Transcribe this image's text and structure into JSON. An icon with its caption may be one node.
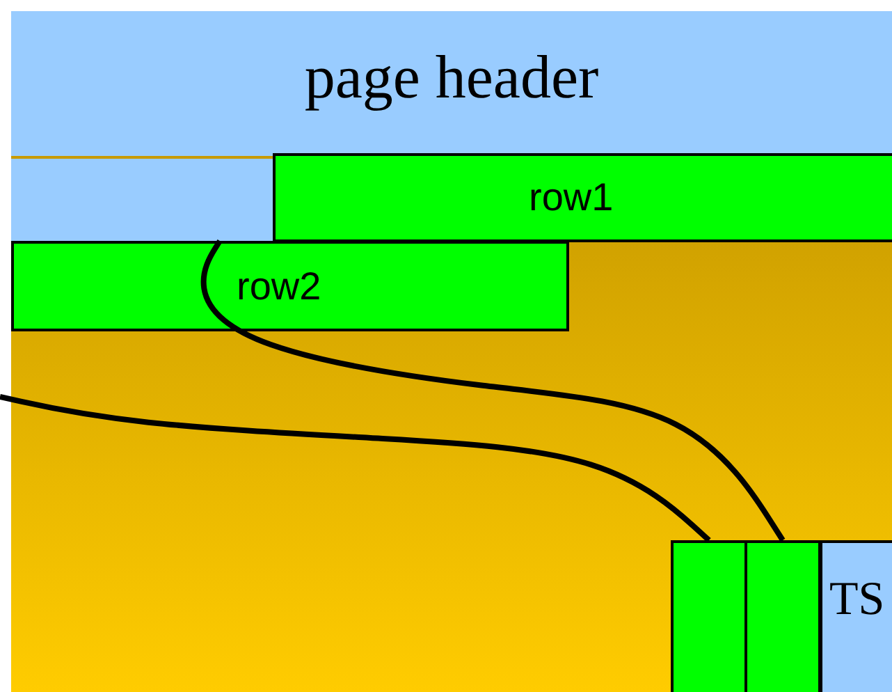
{
  "diagram": {
    "nodes": [
      {
        "text": [
          "page header"
        ]
      },
      {
        "text": [
          "row1"
        ]
      },
      {
        "text": [
          "row2"
        ]
      },
      {
        "text": [],
        "shape": "box"
      },
      {
        "text": [],
        "shape": "box"
      },
      {
        "text": [
          "TS"
        ]
      }
    ],
    "edges": [
      {
        "from": 2,
        "to": 4,
        "arrow": "none"
      },
      {
        "from": null,
        "to": 3,
        "arrow": "none"
      }
    ]
  }
}
